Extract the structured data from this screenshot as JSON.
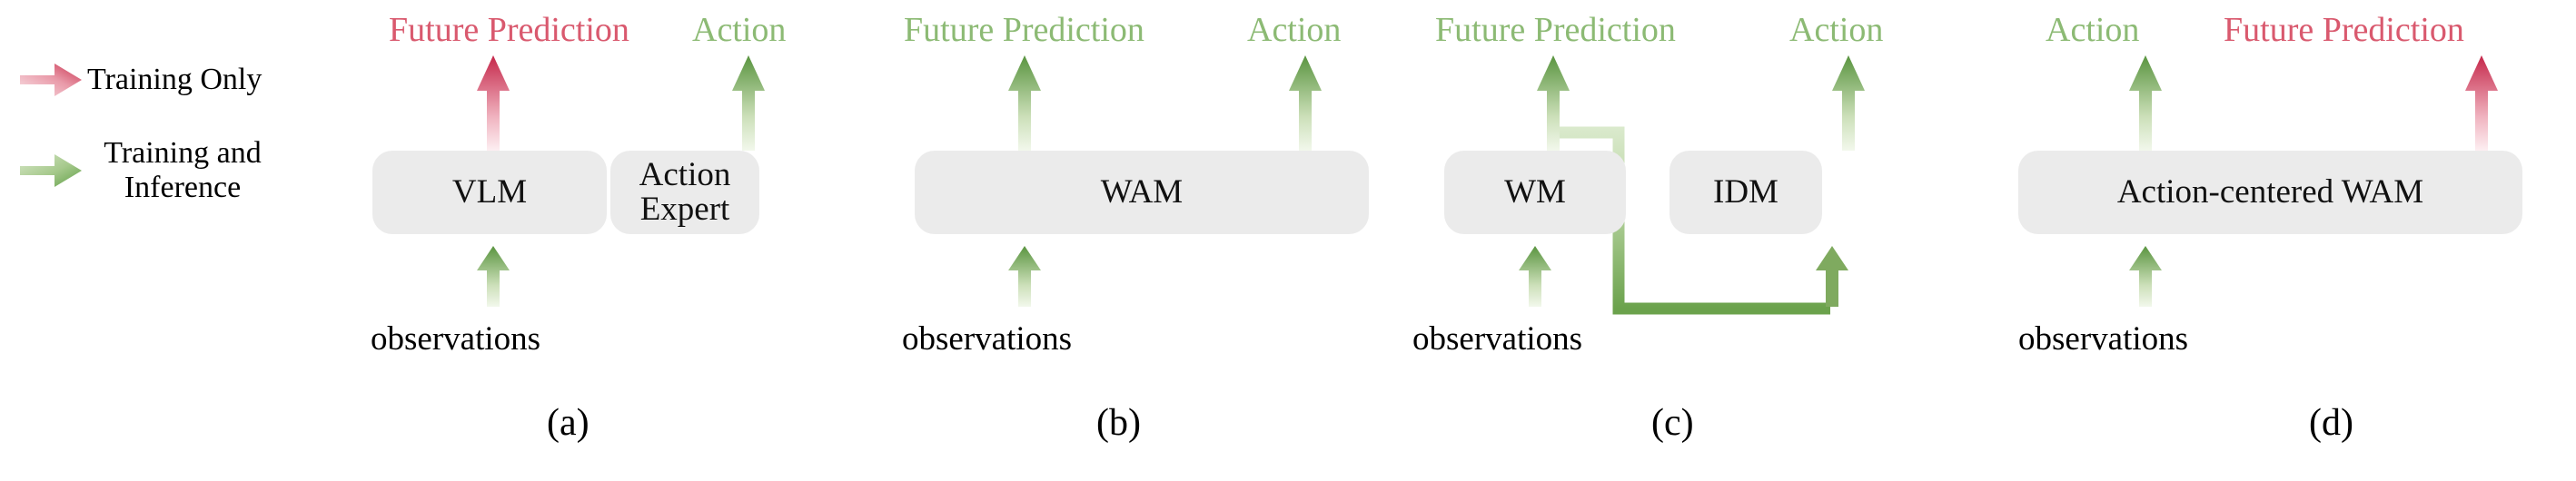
{
  "colors": {
    "future_prediction_red": "#d9596e",
    "future_prediction_green": "#8cba74",
    "action_green": "#8cba74",
    "box_fill": "#ebebeb",
    "arrow_green_dark": "#5f9e46",
    "arrow_green_light": "#e6f0dd",
    "arrow_red_dark": "#c9304d",
    "arrow_red_light": "#f8dfe4",
    "text_black": "#000000"
  },
  "legend": {
    "items": [
      {
        "label": "Training Only",
        "arrow": "arrow-right-pink",
        "lines": [
          "Training Only"
        ]
      },
      {
        "label": "Training and Inference",
        "arrow": "arrow-right-green",
        "lines": [
          "Training and",
          "Inference"
        ]
      }
    ]
  },
  "panels": [
    {
      "id": "a",
      "letter": "(a)",
      "outputs": [
        {
          "text": "Future Prediction",
          "color": "red",
          "arrow": "arrow-up-pink"
        },
        {
          "text": "Action",
          "color": "green",
          "arrow": "arrow-up-green"
        }
      ],
      "boxes": [
        {
          "lines": [
            "VLM"
          ]
        },
        {
          "lines": [
            "Action",
            "Expert"
          ]
        }
      ],
      "input": {
        "text": "observations",
        "arrow": "arrow-up-green"
      },
      "feedback_loop": false
    },
    {
      "id": "b",
      "letter": "(b)",
      "outputs": [
        {
          "text": "Future Prediction",
          "color": "green",
          "arrow": "arrow-up-green"
        },
        {
          "text": "Action",
          "color": "green",
          "arrow": "arrow-up-green"
        }
      ],
      "boxes": [
        {
          "lines": [
            "WAM"
          ]
        }
      ],
      "input": {
        "text": "observations",
        "arrow": "arrow-up-green"
      },
      "feedback_loop": false
    },
    {
      "id": "c",
      "letter": "(c)",
      "outputs": [
        {
          "text": "Future Prediction",
          "color": "green",
          "arrow": "arrow-up-green"
        },
        {
          "text": "Action",
          "color": "green",
          "arrow": "arrow-up-green"
        }
      ],
      "boxes": [
        {
          "lines": [
            "WM"
          ]
        },
        {
          "lines": [
            "IDM"
          ]
        }
      ],
      "input": {
        "text": "observations",
        "arrow": "arrow-up-green"
      },
      "feedback_loop": true
    },
    {
      "id": "d",
      "letter": "(d)",
      "outputs": [
        {
          "text": "Action",
          "color": "green",
          "arrow": "arrow-up-green"
        },
        {
          "text": "Future Prediction",
          "color": "red",
          "arrow": "arrow-up-pink"
        }
      ],
      "boxes": [
        {
          "lines": [
            "Action-centered WAM"
          ]
        }
      ],
      "input": {
        "text": "observations",
        "arrow": "arrow-up-green"
      },
      "feedback_loop": false
    }
  ]
}
